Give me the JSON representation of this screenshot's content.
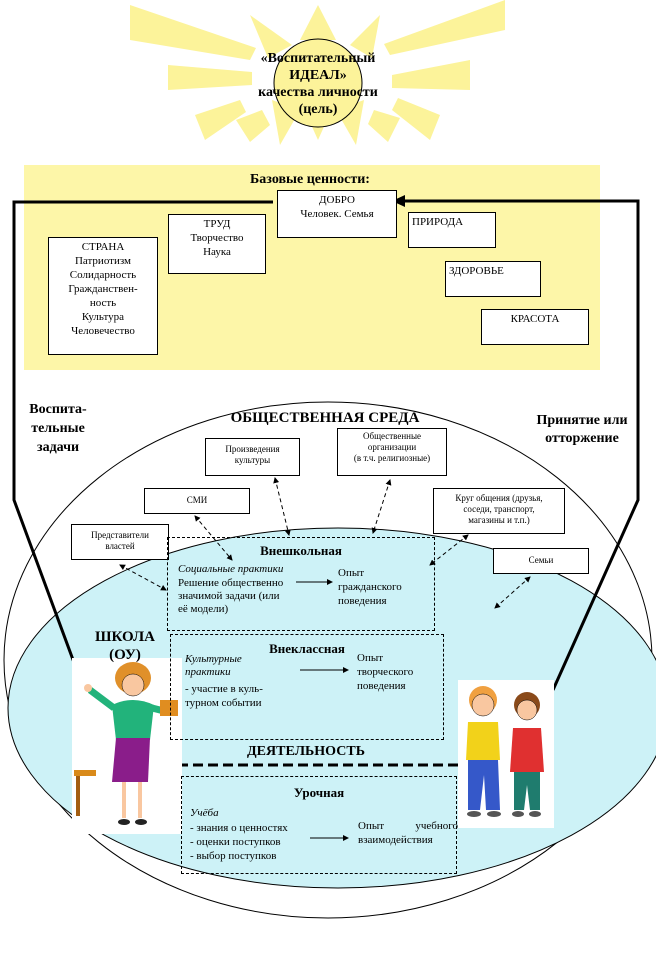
{
  "sun": {
    "line1": "«Воспитательный",
    "line2": "ИДЕАЛ»",
    "line3": "качества личности",
    "line4": "(цель)"
  },
  "values_panel": {
    "title": "Базовые ценности:",
    "dobro": [
      "ДОБРО",
      "Человек. Семья"
    ],
    "trud": [
      "ТРУД",
      "Творчество",
      "Наука"
    ],
    "strana": [
      "СТРАНА",
      "Патриотизм",
      "Солидарность",
      "Гражданствен-",
      "ность",
      "Культура",
      "Человечество"
    ],
    "priroda": "ПРИРОДА",
    "zdorovie": "ЗДОРОВЬЕ",
    "krasota": "КРАСОТА"
  },
  "side_labels": {
    "left": [
      "Воспита-",
      "тельные",
      "задачи"
    ],
    "right": [
      "Принятие или",
      "отторжение"
    ]
  },
  "environment": {
    "title": "ОБЩЕСТВЕННАЯ СРЕДА",
    "culture": [
      "Произведения",
      "культуры"
    ],
    "orgs": [
      "Общественные",
      "организации",
      "(в т.ч. религиозные)"
    ],
    "smi": "СМИ",
    "circle": [
      "Круг общения (друзья,",
      "соседи, транспорт,",
      "магазины и т.п.)"
    ],
    "authorities": [
      "Представители",
      "властей"
    ],
    "family": "Семьи"
  },
  "school": {
    "line1": "ШКОЛА",
    "line2": "(ОУ)",
    "activity": "ДЕЯТЕЛЬНОСТЬ"
  },
  "extracurricular": {
    "title": "Внешкольная",
    "practice": "Социальные практики",
    "desc": [
      "Решение общественно",
      "значимой задачи (или",
      "её модели)"
    ],
    "result": [
      "Опыт",
      "гражданского",
      "поведения"
    ]
  },
  "outofclass": {
    "title": "Внеклассная",
    "practice": [
      "Культурные",
      "практики"
    ],
    "desc": [
      "- участие в куль-",
      "турном событии"
    ],
    "result": [
      "Опыт",
      "творческого",
      "поведения"
    ]
  },
  "lesson": {
    "title": "Урочная",
    "practice": "Учёба",
    "desc": [
      "- знания о ценностях",
      "- оценки поступков",
      "- выбор поступков"
    ],
    "result": [
      "Опыт учебного",
      "взаимодействия"
    ]
  },
  "colors": {
    "sun_yellow": "#fcf39a",
    "panel_yellow": "#fdf6a8",
    "school_blue": "#cdf2f7"
  }
}
